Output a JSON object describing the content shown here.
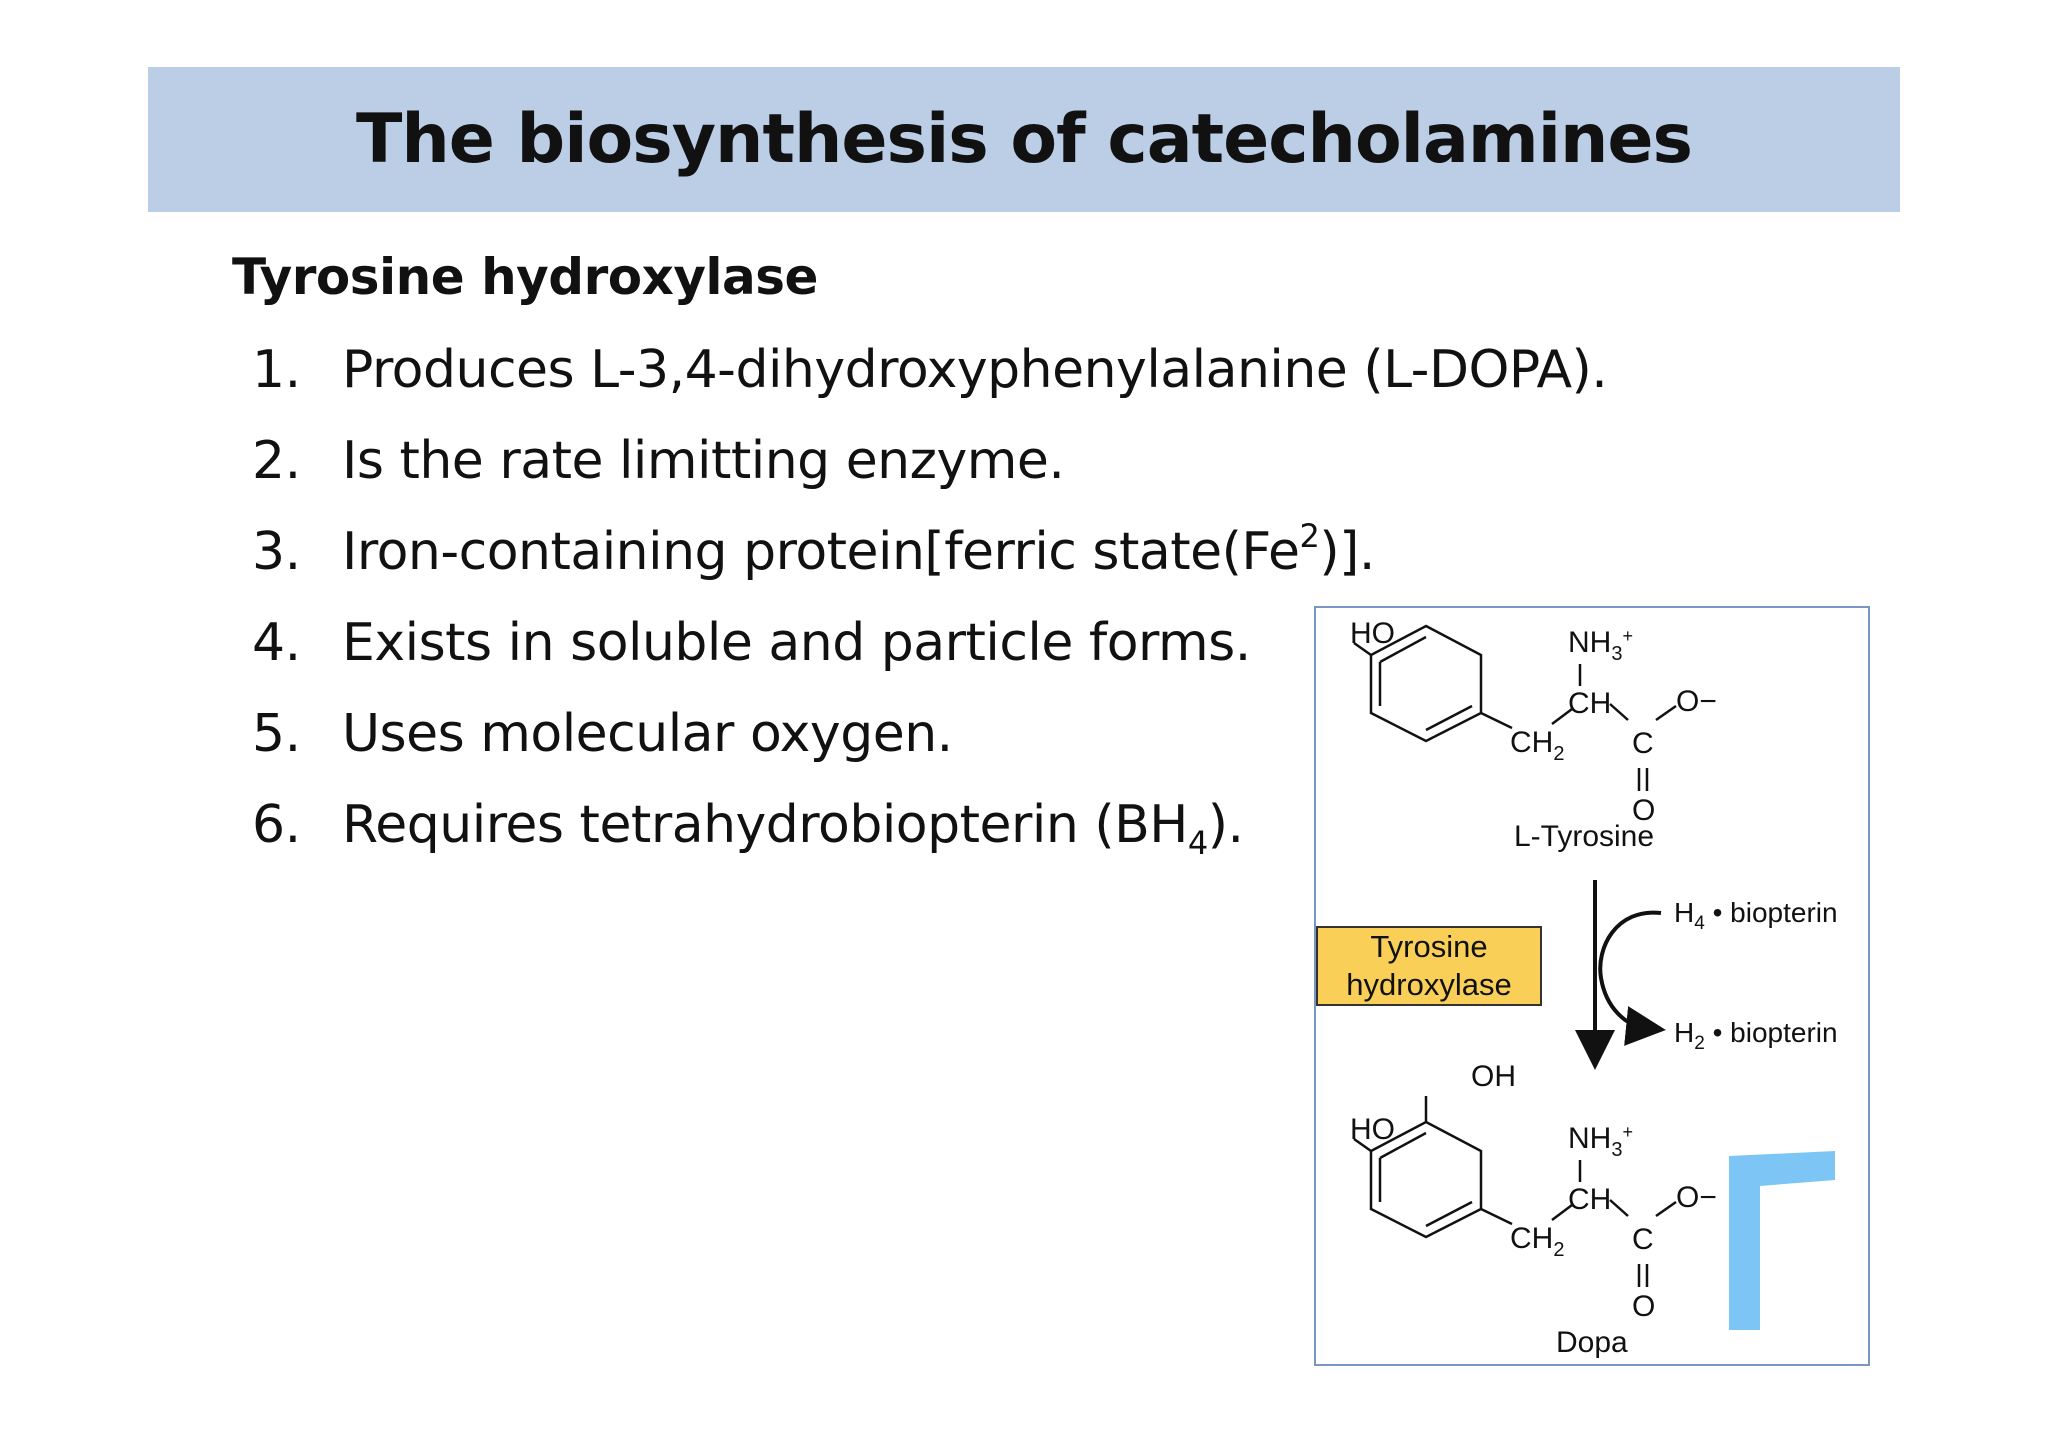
{
  "slide": {
    "title": "The biosynthesis of catecholamines",
    "subtitle": "Tyrosine hydroxylase",
    "items": [
      {
        "num": "1.",
        "text": "Produces L-3,4-dihydroxyphenylalanine (L-DOPA)."
      },
      {
        "num": "2.",
        "text": "Is the rate limitting enzyme."
      },
      {
        "num": "3.",
        "pre": "Iron-containing protein[ferric state(Fe",
        "sup": "2",
        "post": ")]."
      },
      {
        "num": "4.",
        "text": "Exists in soluble and particle forms."
      },
      {
        "num": "5.",
        "text": "Uses molecular oxygen."
      },
      {
        "num": "6.",
        "pre": "Requires tetrahydrobiopterin (BH",
        "sub": "4",
        "post": ")."
      }
    ]
  },
  "figure": {
    "substrate_label": "L-Tyrosine",
    "product_label": "Dopa",
    "enzyme_line1": "Tyrosine",
    "enzyme_line2": "hydroxylase",
    "cofactor_in": "H4 • biopterin",
    "cofactor_out": "H2 • biopterin",
    "atoms": {
      "ho": "HO",
      "oh": "OH",
      "nh3": "NH3+",
      "ch": "CH",
      "ch2": "CH2",
      "c": "C",
      "o_minus": "O−",
      "o": "O"
    },
    "colors": {
      "title_bar": "#bccde6",
      "enzyme_box": "#f9cf58",
      "carboxyl_highlight": "#7cc5f5",
      "figure_border": "#7a96c2"
    }
  }
}
